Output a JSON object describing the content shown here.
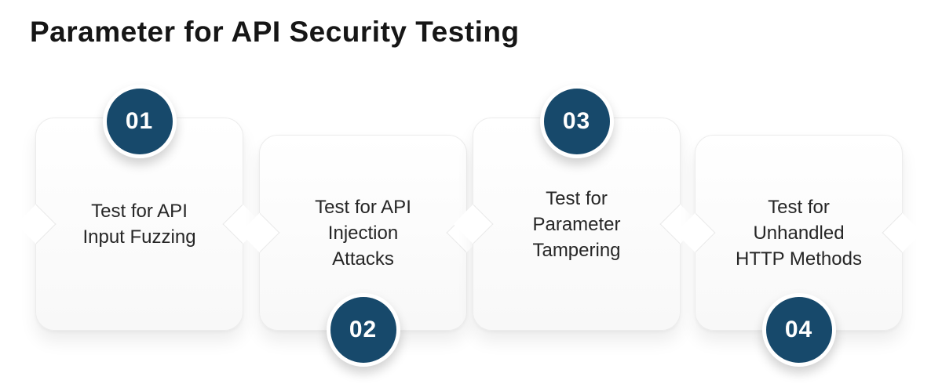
{
  "title": "Parameter for API Security Testing",
  "theme": {
    "accent": "#17496B",
    "card_background": "#ffffff",
    "text_color": "#262626"
  },
  "steps": [
    {
      "number": "01",
      "label": "Test for API\nInput Fuzzing",
      "badge_position": "top"
    },
    {
      "number": "02",
      "label": "Test for API\nInjection\nAttacks",
      "badge_position": "bottom"
    },
    {
      "number": "03",
      "label": "Test for\nParameter\nTampering",
      "badge_position": "top"
    },
    {
      "number": "04",
      "label": "Test for\nUnhandled\nHTTP Methods",
      "badge_position": "bottom"
    }
  ]
}
